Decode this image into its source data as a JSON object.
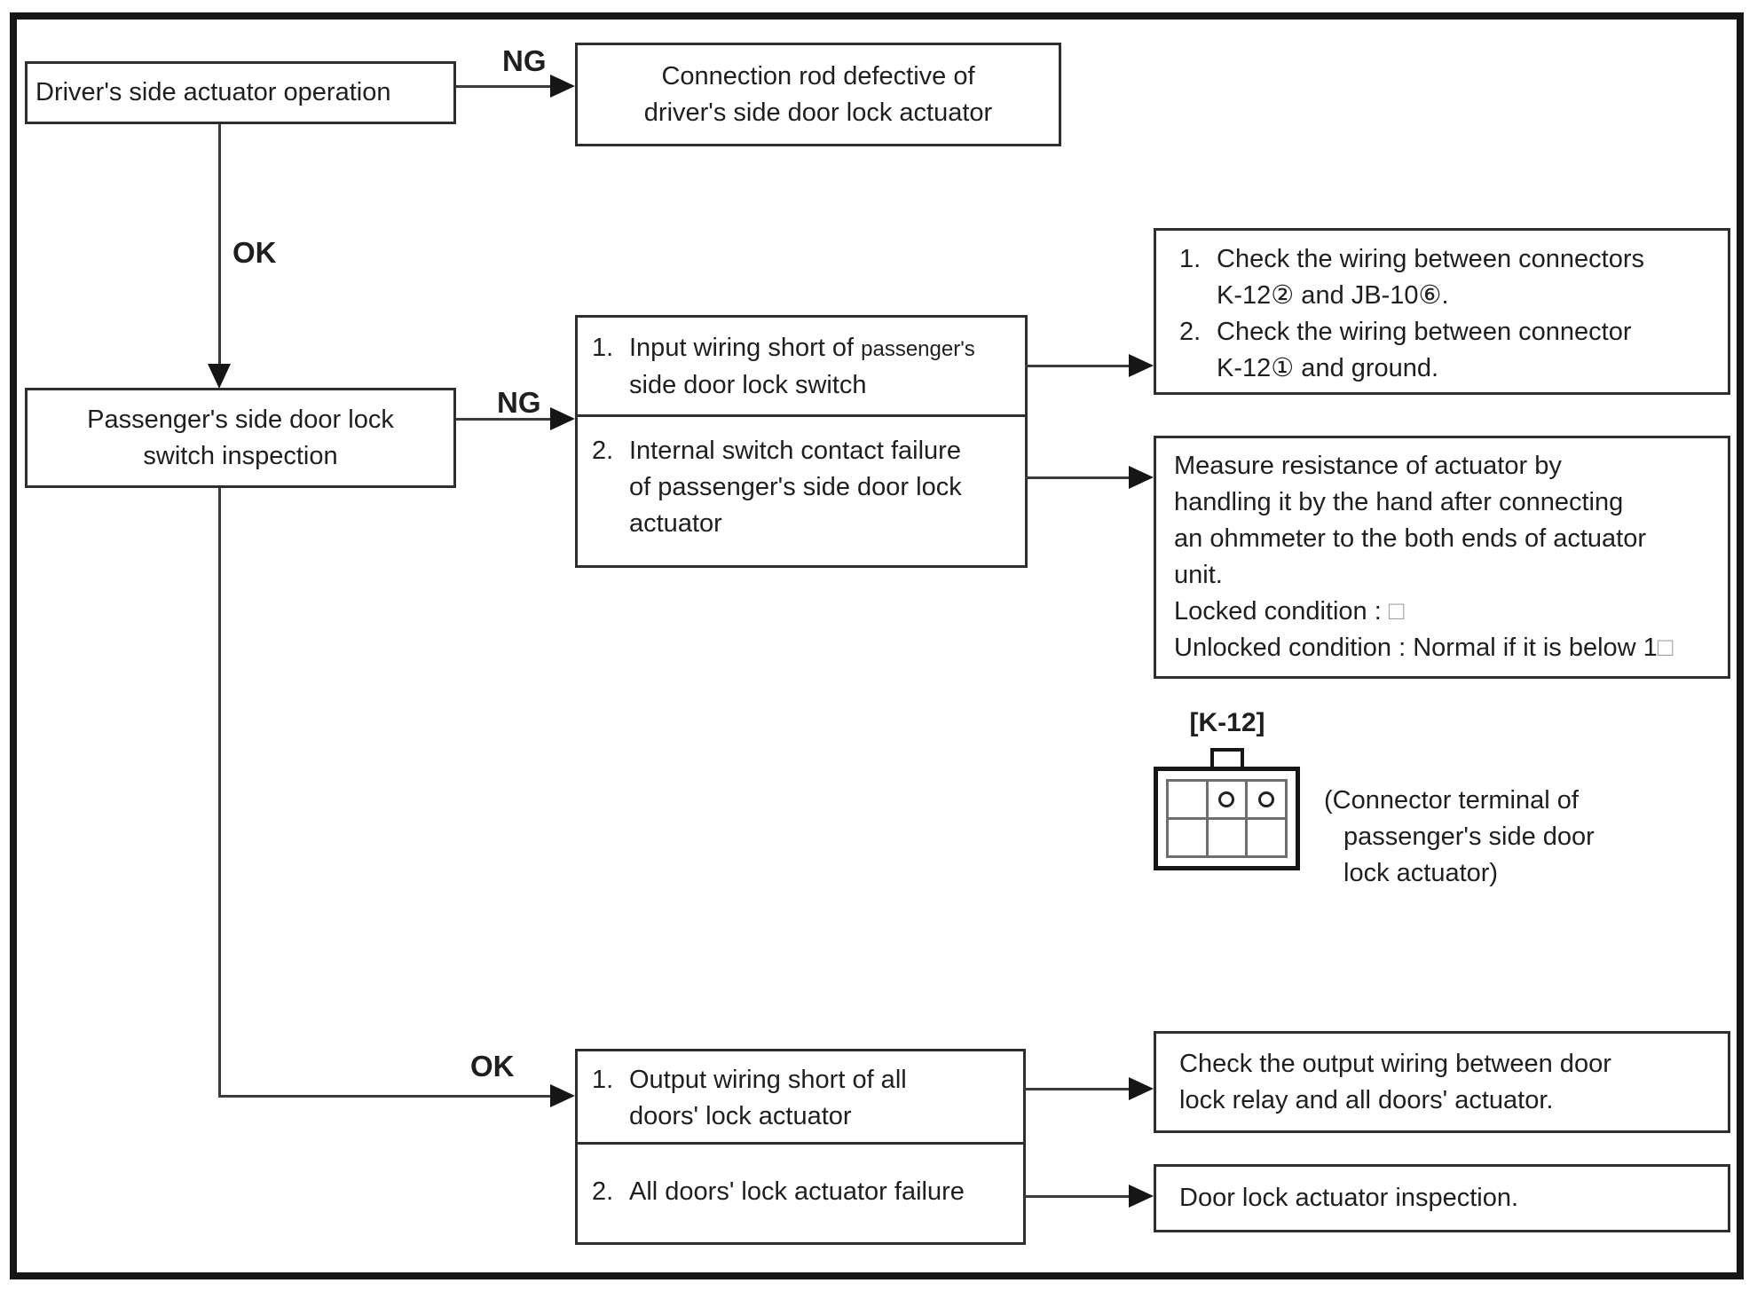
{
  "palette": {
    "ink": "#1f1f1f",
    "box_border": "#2e2e2e",
    "line": "#3c3c3c",
    "arrow": "#161616",
    "tofu_glyph": "#a2a2a2"
  },
  "edge_labels": {
    "ng_top": "NG",
    "ok_top": "OK",
    "ng_mid": "NG",
    "ok_bottom": "OK"
  },
  "nodes": {
    "driver_test": {
      "text": "Driver's side actuator operation"
    },
    "rod_defect": {
      "line1": "Connection rod defective of",
      "line2": "driver's side door lock actuator"
    },
    "passenger_test": {
      "line1": "Passenger's side door lock",
      "line2": "switch inspection"
    },
    "ng_causes": {
      "item1": {
        "num": "1.",
        "line1_pre": "Input wiring short of ",
        "line1_small": "passenger's",
        "line2": "side door lock switch"
      },
      "item2": {
        "num": "2.",
        "line1": "Internal switch contact failure",
        "line2": "of passenger's side door lock",
        "line3": "actuator"
      }
    },
    "wiring_check": {
      "item1": {
        "num": "1.",
        "line1": "Check the wiring between connectors",
        "line2": "K-12② and JB-10⑥."
      },
      "item2": {
        "num": "2.",
        "line1": "Check the wiring between connector",
        "line2": "K-12① and ground."
      }
    },
    "resistance_check": {
      "line1": "Measure resistance of actuator by",
      "line2": "handling it by the hand after connecting",
      "line3": "an ohmmeter to the both ends of actuator",
      "line4": "unit.",
      "locked_label": "Locked condition : ",
      "locked_symbol": "□",
      "unlocked_label": "Unlocked condition : Normal if it is below 1",
      "unlocked_symbol": "□"
    },
    "connector": {
      "title": "[K-12]",
      "caption_line1": "(Connector terminal of",
      "caption_line2": "passenger's side door",
      "caption_line3": "lock actuator)"
    },
    "ok_causes": {
      "item1": {
        "num": "1.",
        "line1": "Output wiring short of all",
        "line2": "doors' lock actuator"
      },
      "item2": {
        "num": "2.",
        "line1": "All doors' lock actuator failure"
      }
    },
    "output_check": {
      "line1": "Check the output wiring between door",
      "line2": "lock relay and all doors' actuator."
    },
    "actuator_inspection": {
      "text": "Door lock actuator inspection."
    }
  }
}
